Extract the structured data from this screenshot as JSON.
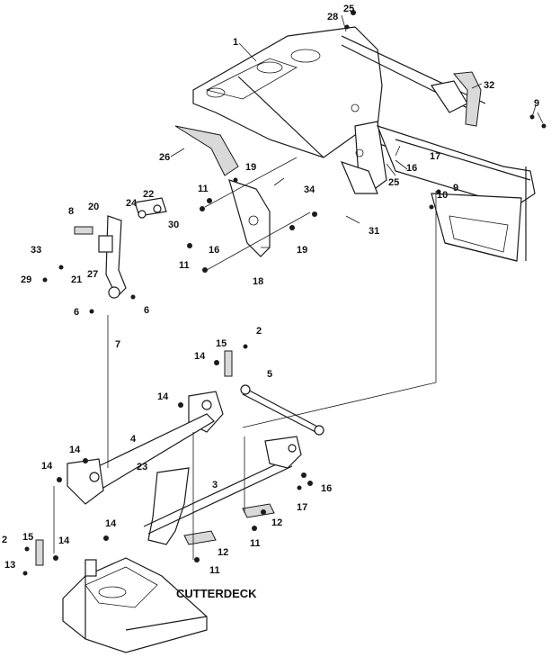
{
  "diagram": {
    "callouts": [
      "1",
      "25",
      "28",
      "32",
      "9",
      "26",
      "19",
      "17",
      "16",
      "25",
      "34",
      "11",
      "8",
      "20",
      "24",
      "22",
      "30",
      "9",
      "10",
      "33",
      "27",
      "21",
      "29",
      "16",
      "31",
      "19",
      "11",
      "18",
      "6",
      "6",
      "7",
      "2",
      "15",
      "14",
      "5",
      "14",
      "4",
      "14",
      "14",
      "23",
      "16",
      "3",
      "17",
      "12",
      "11",
      "2",
      "15",
      "14",
      "13",
      "14",
      "12",
      "11"
    ],
    "label": "CUTTERDECK"
  }
}
